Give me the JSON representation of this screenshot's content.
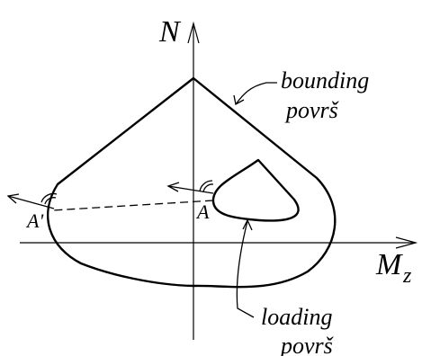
{
  "axes": {
    "vertical_label": "N",
    "horizontal_label_main": "M",
    "horizontal_label_sub": "z"
  },
  "points": {
    "a": "A",
    "a_prime": "A'"
  },
  "labels": {
    "bounding_line1": "bounding",
    "bounding_line2": "površ",
    "loading_line1": "loading",
    "loading_line2": "površ"
  }
}
